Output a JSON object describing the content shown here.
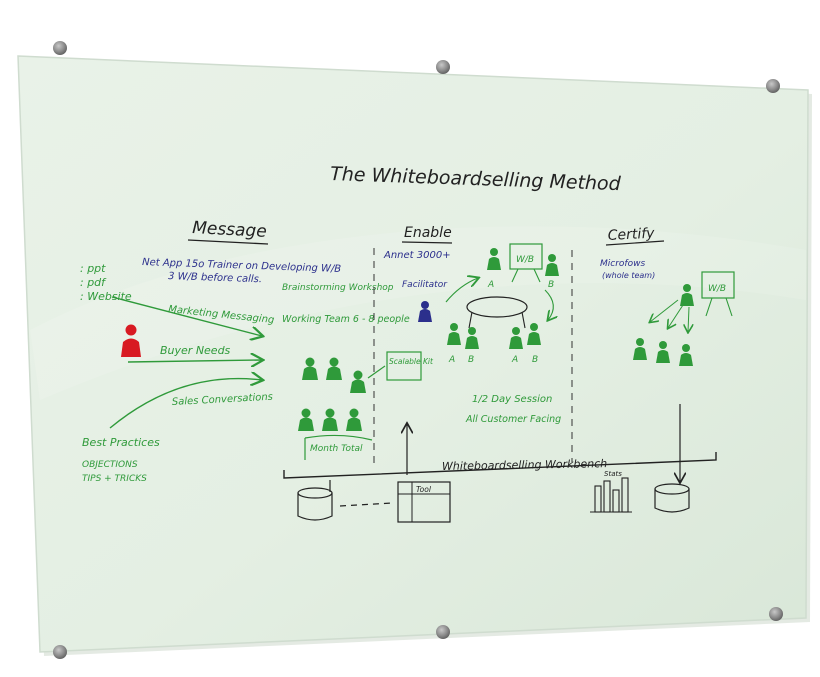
{
  "board": {
    "title": "The Whiteboardselling Method",
    "colors": {
      "ink_black": "#222222",
      "ink_green": "#2f9a3a",
      "ink_blue": "#2b2f8c",
      "ink_red": "#d81a22",
      "glass": "#e7f1e6",
      "standoff": "#8d8d8d"
    }
  },
  "sections": {
    "message": {
      "heading": "Message",
      "note_top": "Net App 15o Trainer on Developing W/B",
      "note_sub": "3 W/B before calls.",
      "bullets": [
        ": ppt",
        ": pdf",
        ": Website"
      ],
      "arrow_labels": [
        "Marketing Messaging",
        "Buyer Needs",
        "Sales Conversations"
      ],
      "bottom_list": [
        "Best Practices",
        "OBJECTIONS",
        "TIPS + TRICKS"
      ]
    },
    "workshop": {
      "label_1": "Brainstorming Workshop",
      "label_2": "Working Team 6 - 8 people",
      "box_label": "Scalable Kit",
      "footer": "Month Total"
    },
    "enable": {
      "heading": "Enable",
      "sub": "Annet 3000+",
      "facilitator": "Facilitator",
      "board_label": "W/B",
      "labels": [
        "A",
        "B",
        "A",
        "B",
        "A",
        "B"
      ],
      "session_1": "1/2 Day Session",
      "session_2": "All Customer Facing"
    },
    "certify": {
      "heading": "Certify",
      "sub_1": "Microfows",
      "sub_2": "(whole team)",
      "board_label": "W/B"
    },
    "workbench": {
      "label": "Whiteboardselling Workbench",
      "tool_label": "Tool",
      "stats_label": "Stats"
    }
  }
}
